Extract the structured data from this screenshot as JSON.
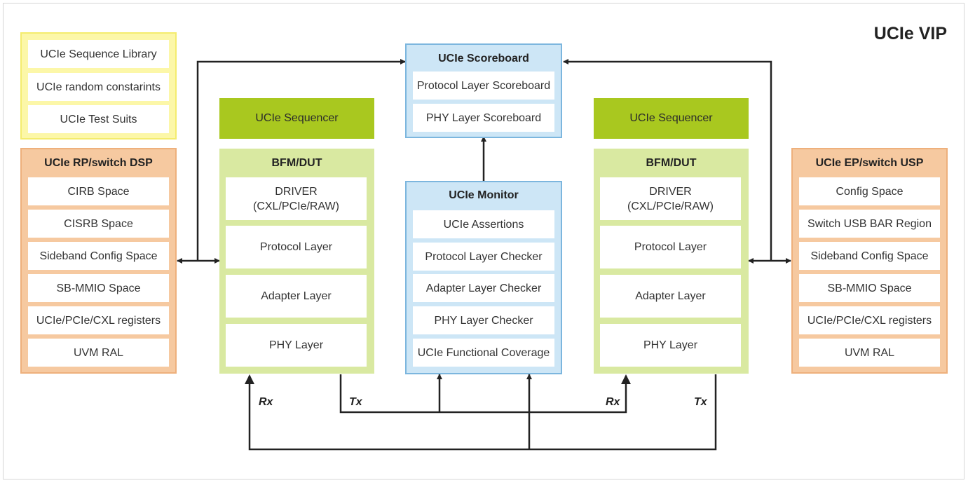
{
  "title": "UCIe VIP",
  "library": {
    "items": [
      "UCIe Sequence Library",
      "UCIe random constarints",
      "UCIe Test Suits"
    ]
  },
  "rp_dsp": {
    "title": "UCIe RP/switch DSP",
    "items": [
      "CIRB Space",
      "CISRB Space",
      "Sideband Config Space",
      "SB-MMIO Space",
      "UCIe/PCIe/CXL registers",
      "UVM RAL"
    ]
  },
  "ep_usp": {
    "title": "UCIe EP/switch USP",
    "items": [
      "Config Space",
      "Switch USB BAR Region",
      "Sideband Config Space",
      "SB-MMIO Space",
      "UCIe/PCIe/CXL registers",
      "UVM RAL"
    ]
  },
  "left_seq": {
    "label": "UCIe Sequencer"
  },
  "right_seq": {
    "label": "UCIe Sequencer"
  },
  "left_bfm": {
    "title": "BFM/DUT",
    "items": [
      "DRIVER\n(CXL/PCIe/RAW)",
      "Protocol Layer",
      "Adapter Layer",
      "PHY Layer"
    ]
  },
  "right_bfm": {
    "title": "BFM/DUT",
    "items": [
      "DRIVER\n(CXL/PCIe/RAW)",
      "Protocol Layer",
      "Adapter Layer",
      "PHY Layer"
    ]
  },
  "scoreboard": {
    "title": "UCIe Scoreboard",
    "items": [
      "Protocol Layer Scoreboard",
      "PHY Layer Scoreboard"
    ]
  },
  "monitor": {
    "title": "UCIe Monitor",
    "items": [
      "UCIe Assertions",
      "Protocol Layer Checker",
      "Adapter Layer Checker",
      "PHY Layer Checker",
      "UCIe Functional Coverage"
    ]
  },
  "signals": {
    "rx": "Rx",
    "tx": "Tx"
  },
  "colors": {
    "yellow": "#fcf7a8",
    "orange": "#f6c9a0",
    "green": "#d9e9a1",
    "sequencer": "#a9c81f",
    "blue": "#cde6f6",
    "blue_border": "#7cb6de",
    "wire": "#222222"
  }
}
